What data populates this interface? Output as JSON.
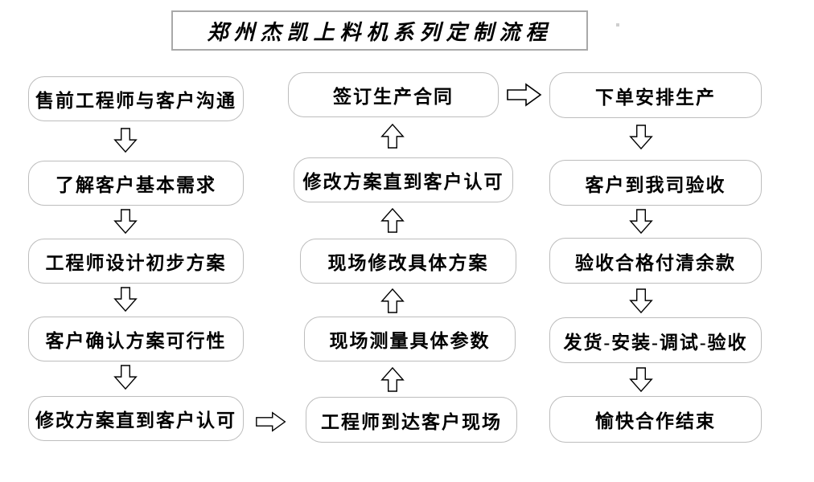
{
  "title": "郑州杰凯上料机系列定制流程",
  "flow": {
    "left": [
      "售前工程师与客户沟通",
      "了解客户基本需求",
      "工程师设计初步方案",
      "客户确认方案可行性",
      "修改方案直到客户认可"
    ],
    "middle": [
      "签订生产合同",
      "修改方案直到客户认可",
      "现场修改具体方案",
      "现场测量具体参数",
      "工程师到达客户现场"
    ],
    "right": [
      "下单安排生产",
      "客户到我司验收",
      "验收合格付清余款",
      "发货-安装-调试-验收",
      "愉快合作结束"
    ]
  },
  "colors": {
    "background": "#ffffff",
    "box_border": "#bdbdbd",
    "title_border": "#a9a9a9",
    "arrow_outline": "#000000",
    "text": "#000000"
  }
}
